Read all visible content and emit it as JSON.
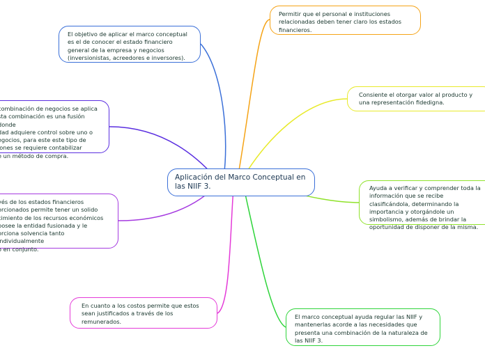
{
  "center": {
    "title": "Aplicación del Marco Conceptual en las NIIF 3.",
    "color": "#3a6fd8"
  },
  "branches": [
    {
      "id": "blue",
      "color": "#3a6fd8",
      "text": "El objetivo de aplicar el marco conceptual es el de conocer el estado financiero general de la empresa y negocios (inversionistas, acreedores e inversores)."
    },
    {
      "id": "violet",
      "color": "#5a2ee0",
      "text": "combinación de negocios se aplica\nsta combinación es una fusión donde\ndad adquiere control sobre uno o\negocios, para este este tipo de\niones se requiere contabilizar\ne un método de compra."
    },
    {
      "id": "purple",
      "color": "#a53ae0",
      "text": "vés de los estados financieros\norcionados permite tener un solido\ncimiento de los recursos económicos\nposee la entidad fusionada y le\norciona solvencia tanto individualmente\no en conjunto."
    },
    {
      "id": "magenta",
      "color": "#e43ad8",
      "text": "En cuanto a los costos permite que estos sean justificados a través de los remunerados."
    },
    {
      "id": "orange",
      "color": "#f5a316",
      "text": "Permitir que el personal e instituciones relacionadas deben tener claro los estados financieros."
    },
    {
      "id": "yellow",
      "color": "#e8ea2a",
      "text": "Consiente el otorgar valor al producto y una representación fidedigna."
    },
    {
      "id": "lime",
      "color": "#8fe22a",
      "text": "Ayuda a verificar y comprender toda la información que se recibe clasificándola, determinando la importancia y otorgándole un simbolismo, además de brindar la oportunidad de disponer de la misma."
    },
    {
      "id": "green",
      "color": "#2ed43a",
      "text": "El marco conceptual ayuda regular las NIIF y mantenerlas acorde a las necesidades que presenta una combinación de la naturaleza de las NIIF 3."
    }
  ]
}
